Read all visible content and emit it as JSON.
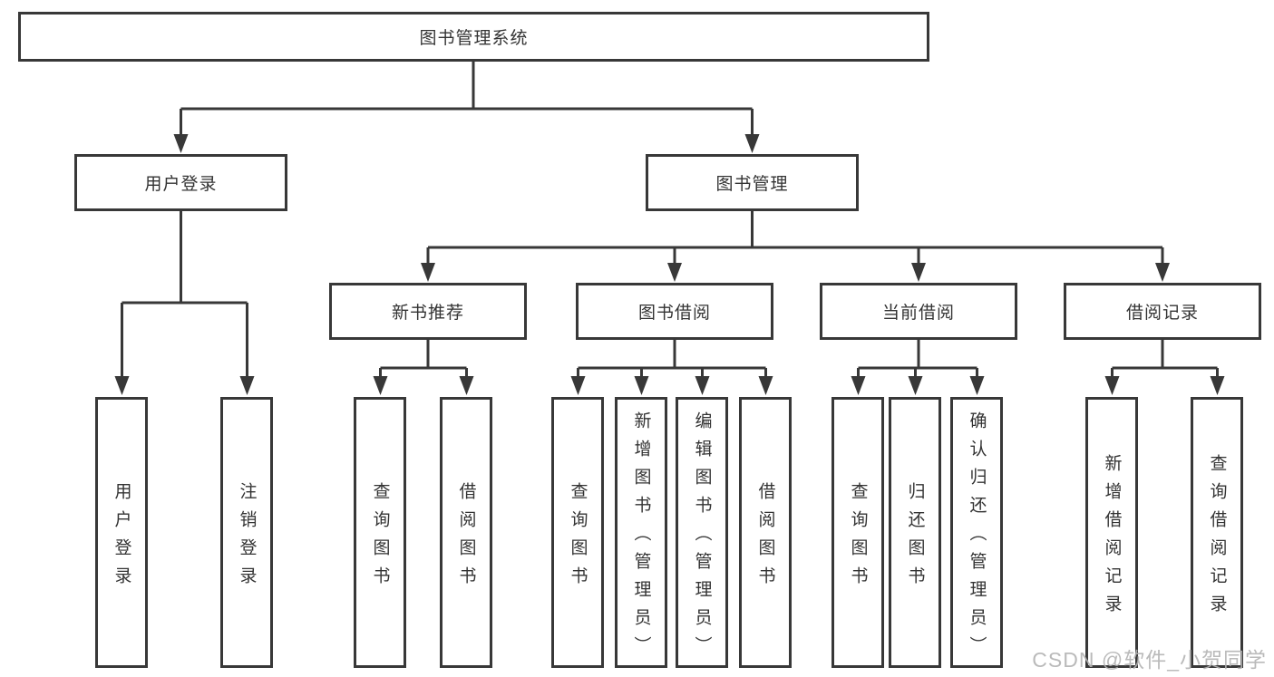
{
  "tree": {
    "root": {
      "label": "图书管理系统",
      "children": [
        {
          "label": "用户登录",
          "children": [
            {
              "label": "用户登录"
            },
            {
              "label": "注销登录"
            }
          ]
        },
        {
          "label": "图书管理",
          "children": [
            {
              "label": "新书推荐",
              "children": [
                {
                  "label": "查询图书"
                },
                {
                  "label": "借阅图书"
                }
              ]
            },
            {
              "label": "图书借阅",
              "children": [
                {
                  "label": "查询图书"
                },
                {
                  "label": "新增图书（管理员）"
                },
                {
                  "label": "编辑图书（管理员）"
                },
                {
                  "label": "借阅图书"
                }
              ]
            },
            {
              "label": "当前借阅",
              "children": [
                {
                  "label": "查询图书"
                },
                {
                  "label": "归还图书"
                },
                {
                  "label": "确认归还（管理员）"
                }
              ]
            },
            {
              "label": "借阅记录",
              "children": [
                {
                  "label": "新增借阅记录"
                },
                {
                  "label": "查询借阅记录"
                }
              ]
            }
          ]
        }
      ]
    }
  },
  "watermark": {
    "text": "CSDN @软件_小贺同学"
  },
  "colors": {
    "line": "#383838",
    "box_border": "#383838",
    "text": "#333333",
    "watermark": "#b3b3b3",
    "background": "#ffffff"
  }
}
